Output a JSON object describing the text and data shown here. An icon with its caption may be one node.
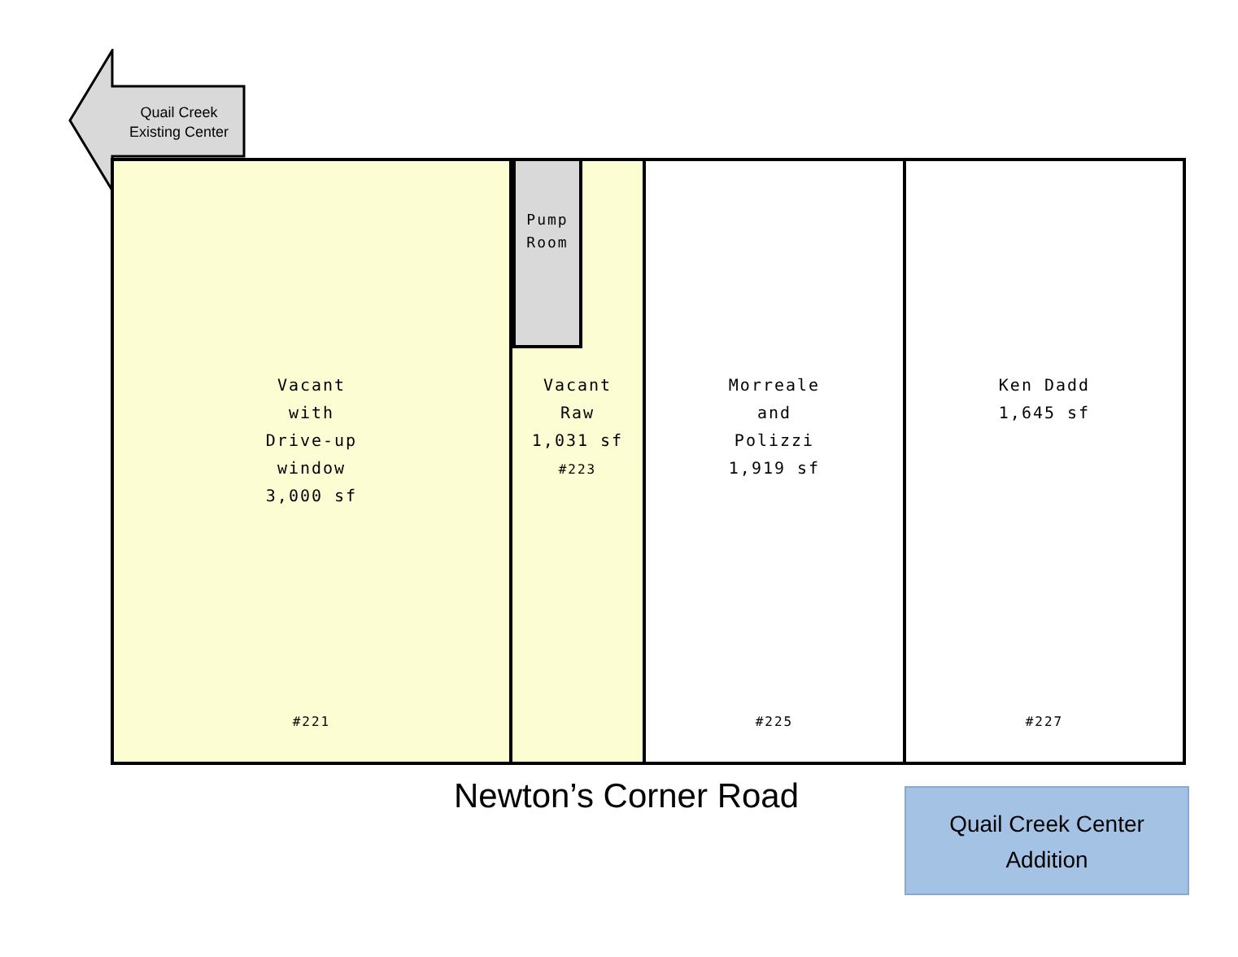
{
  "diagram": {
    "nodes": [
      {
        "text": [
          "Quail Creek Existing Center"
        ]
      },
      {
        "text": [
          "Vacant with Drive-up window",
          "3,000 sf",
          "#221"
        ]
      },
      {
        "text": [
          "Vacant Raw",
          "1,031 sf",
          "#223"
        ]
      },
      {
        "text": [
          "Pump Room"
        ],
        "in": 2
      },
      {
        "text": [
          "Morreale and Polizzi",
          "1,919 sf",
          "#225"
        ]
      },
      {
        "text": [
          "Ken Dadd",
          "1,645 sf",
          "#227"
        ]
      },
      {
        "text": [
          "Quail Creek Center Addition"
        ]
      }
    ],
    "edges": [],
    "labels": [
      "Newton’s Corner Road"
    ]
  }
}
